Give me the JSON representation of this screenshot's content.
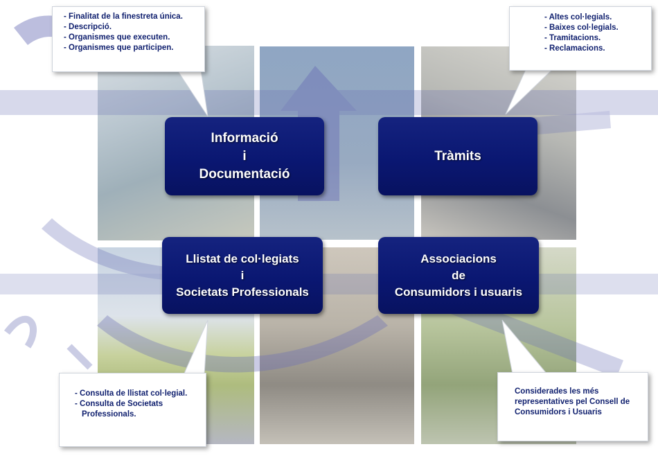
{
  "buttons": {
    "info": [
      "Informació",
      "i",
      "Documentació"
    ],
    "tramits": [
      "Tràmits"
    ],
    "llistat": [
      "Llistat de col·legiats",
      "i",
      "Societats Professionals"
    ],
    "associacions": [
      "Associacions",
      "de",
      "Consumidors i usuaris"
    ]
  },
  "callouts": {
    "info": [
      "- Finalitat de la finestreta única.",
      "- Descripció.",
      "- Organismes que executen.",
      "- Organismes que participen."
    ],
    "tramits": [
      "- Altes col·legials.",
      "- Baixes col·legials.",
      "- Tramitacions.",
      "- Reclamacions."
    ],
    "llistat": [
      "- Consulta de llistat col·legial.",
      "- Consulta de Societats",
      "Professionals."
    ],
    "associacions": [
      "Considerades les més",
      "representatives pel Consell de",
      "Consumidors i Usuaris"
    ]
  },
  "colors": {
    "button_bg": "#0a1772",
    "callout_text": "#0f1f6e",
    "watermark": "#6a6fb5"
  },
  "icons": {
    "watermark": "compass-and-square-arrow-watermark"
  }
}
